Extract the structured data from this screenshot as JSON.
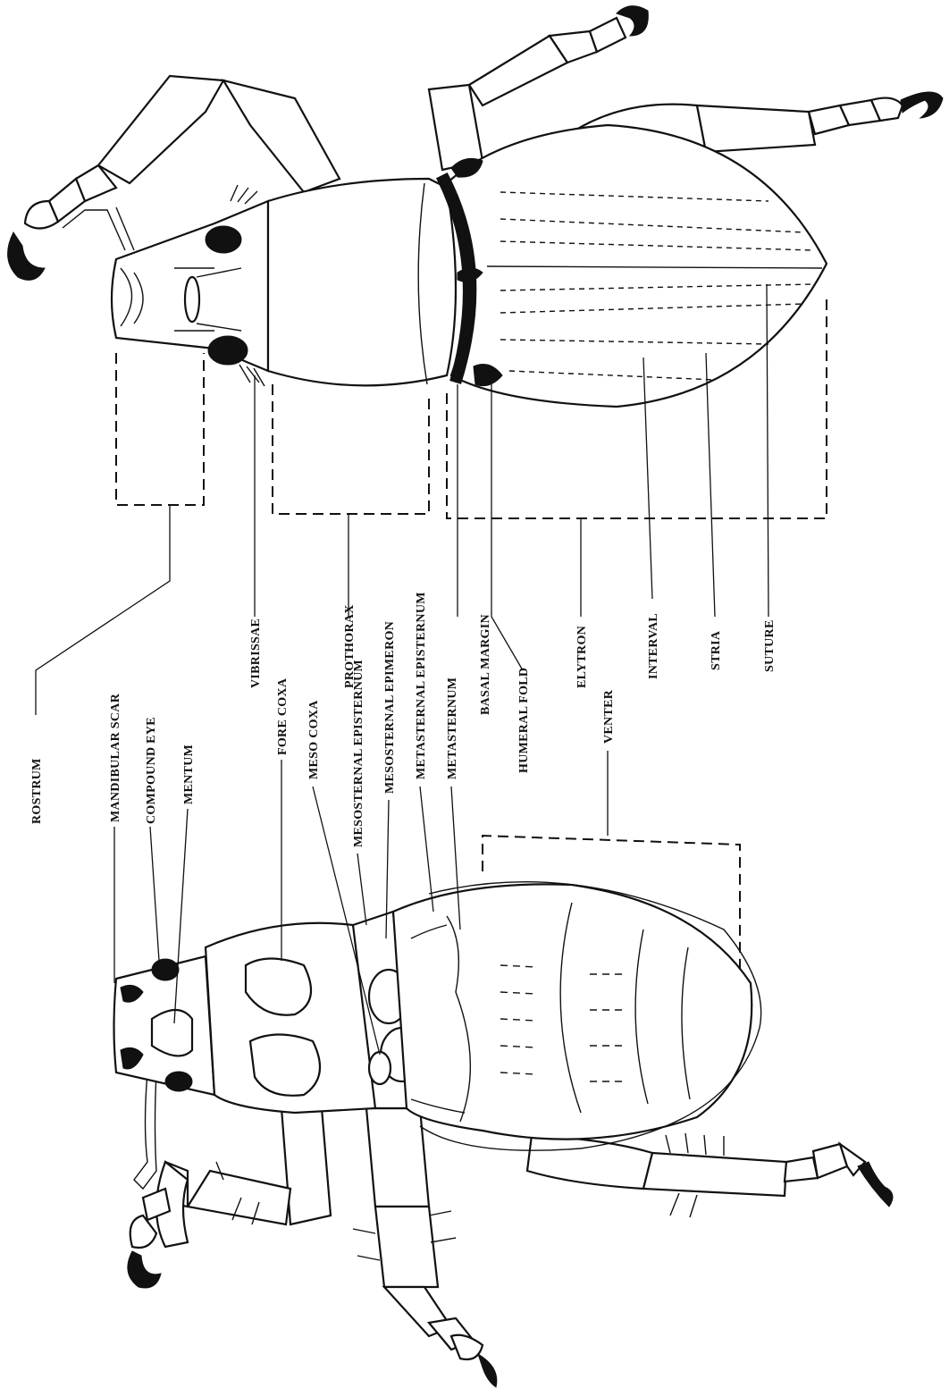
{
  "figure": {
    "labels": {
      "rostrum": "ROSTRUM",
      "mandibular_scar": "MANDIBULAR SCAR",
      "compound_eye": "COMPOUND EYE",
      "mentum": "MENTUM",
      "vibrissae": "VIBRISSAE",
      "fore_coxa": "FORE COXA",
      "meso_coxa": "MESO COXA",
      "prothorax": "PROTHORAX",
      "mesosternal_episternum": "MESOSTERNAL EPISTERNUM",
      "mesosternal_epimeron": "MESOSTERNAL EPIMERON",
      "metasternal_episternum": "METASTERNAL EPISTERNUM",
      "metasternum": "METASTERNUM",
      "basal_margin": "BASAL MARGIN",
      "humeral_fold": "HUMERAL FOLD",
      "elytron": "ELYTRON",
      "venter": "VENTER",
      "interval": "INTERVAL",
      "stria": "STRIA",
      "suture": "SUTURE"
    }
  }
}
